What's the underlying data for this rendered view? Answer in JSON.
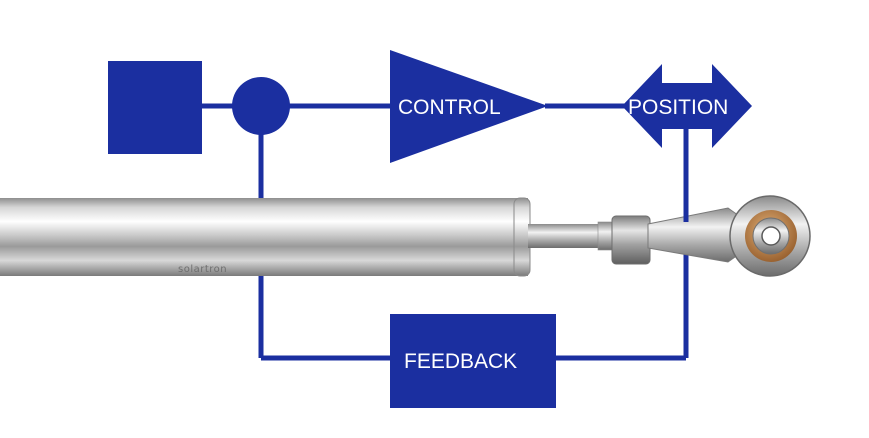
{
  "diagram": {
    "blocks": {
      "control": "CONTROL",
      "position": "POSITION",
      "feedback": "FEEDBACK"
    },
    "sensor_brand": "solartron"
  },
  "colors": {
    "diagram_blue": "#1b2fa0",
    "label_text": "#ffffff",
    "background": "#ffffff"
  }
}
